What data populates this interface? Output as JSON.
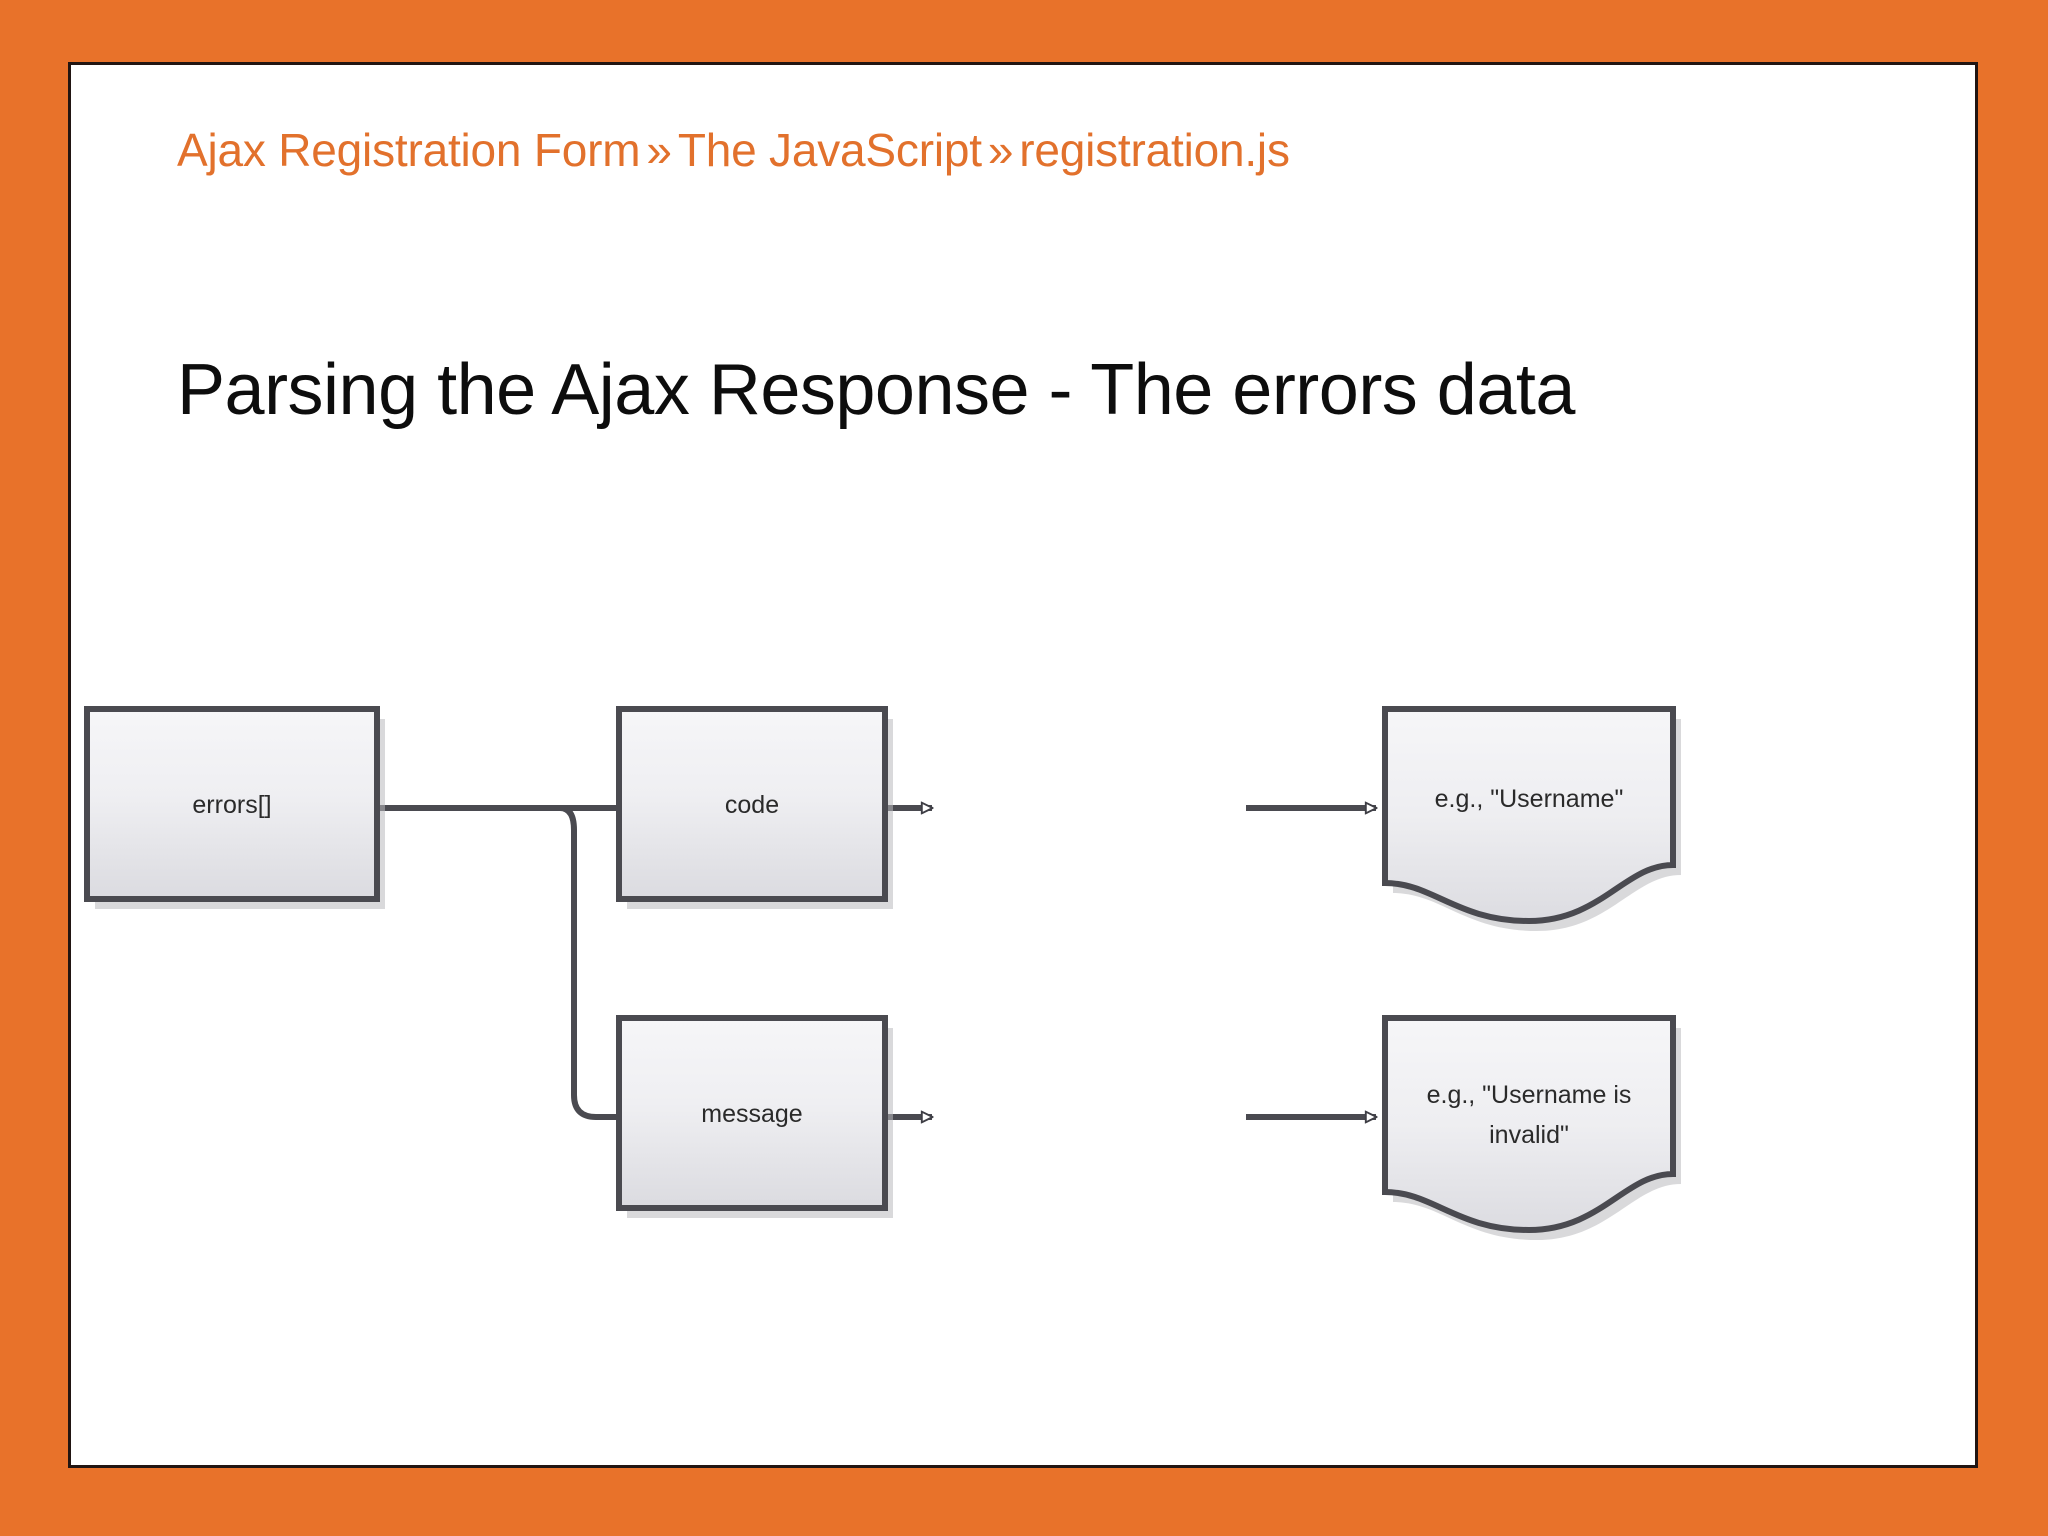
{
  "slide": {
    "breadcrumb": {
      "parts": [
        "Ajax Registration Form",
        "The JavaScript",
        "registration.js"
      ],
      "separator": "»",
      "full_text": "Ajax Registration Form » The JavaScript » registration.js"
    },
    "title": "Parsing the Ajax Response - The errors data",
    "colors": {
      "frame_orange": "#E8722A",
      "breadcrumb_orange": "#E2712C",
      "panel_white": "#FFFFFF",
      "panel_border": "#211512",
      "title_black": "#0D0D0D",
      "node_stroke": "#4A4A50",
      "node_fill_top": "#F3F3F5",
      "node_fill_bottom": "#DCDCE0",
      "connector": "#4A4A50"
    }
  },
  "diagram": {
    "type": "flowchart",
    "nodes": [
      {
        "id": "errors",
        "label": "errors[]",
        "shape": "rectangle"
      },
      {
        "id": "code",
        "label": "code",
        "shape": "rectangle"
      },
      {
        "id": "message",
        "label": "message",
        "shape": "rectangle"
      },
      {
        "id": "code-example",
        "label": "e.g., \"Username\"",
        "shape": "document"
      },
      {
        "id": "msg-example-1",
        "label": "e.g., \"Username is",
        "shape": "document"
      },
      {
        "id": "msg-example-2",
        "label": "invalid\"",
        "shape": "document"
      }
    ],
    "edges": [
      {
        "from": "errors",
        "to": "code",
        "arrow": "open-triangle"
      },
      {
        "from": "errors",
        "to": "message",
        "arrow": "open-triangle"
      },
      {
        "from": "code",
        "to": "code-example",
        "arrow": "open-triangle"
      },
      {
        "from": "message",
        "to": "msg-example",
        "arrow": "open-triangle"
      }
    ]
  }
}
